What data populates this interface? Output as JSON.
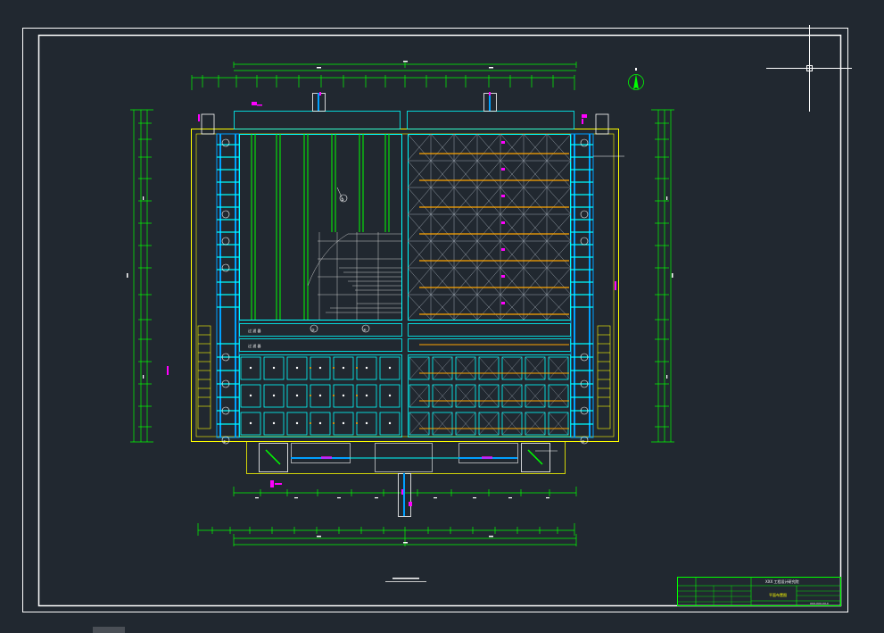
{
  "drawing": {
    "bubble_markers": [
      "①",
      "②",
      "③",
      "④",
      "⑤"
    ],
    "room_labels": [
      "过 滤 器",
      "过 滤 器"
    ],
    "title_block": {
      "header": "XXX 工程设计研究院",
      "drawing_name": "平面布置图",
      "drawing_number": "XXX-XXX-XX-X"
    }
  },
  "colors": {
    "background": "#212830",
    "frame": "#ffffff",
    "dimension": "#00ff00",
    "structure": "#00ffff",
    "piping": "#00a0ff",
    "outline": "#ffff00",
    "section_tag": "#ff00ff",
    "pipe_orange": "#ffa500"
  },
  "ui": {
    "crosshair": "crosshair-cursor-icon",
    "north_arrow": "north-arrow-icon"
  }
}
